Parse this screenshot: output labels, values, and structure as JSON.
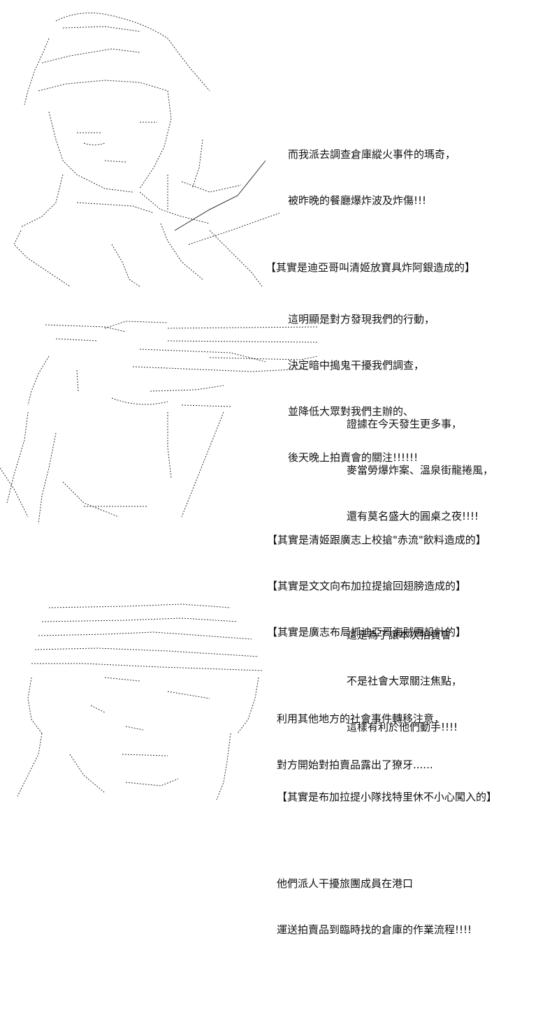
{
  "panels": [
    {
      "paragraphs": [
        [
          "而我派去調查倉庫縱火事件的瑪奇，",
          "被昨晚的餐廳爆炸波及炸傷!!!"
        ],
        [
          "這明顯是對方發現我們的行動，",
          "決定暗中搗鬼干擾我們調查，",
          "並降低大眾對我們主辦的、",
          "後天晚上拍賣會的關注!!!!!!"
        ]
      ],
      "notes": [
        "【其實是迪亞哥叫清姬放寶具炸阿銀造成的】"
      ]
    },
    {
      "paragraphs": [
        [
          "證據在今天發生更多事，",
          "麥當勞爆炸案、溫泉街龍捲風，",
          "還有莫名盛大的圓桌之夜!!!!"
        ],
        [
          "這是為了讓本次拍賣會",
          "不是社會大眾關注焦點，",
          "這樣有利於他們動手!!!!"
        ]
      ],
      "notes": [
        "【其實是清姬跟廣志上校搶\"赤流\"飲料造成的】",
        "【其實是文文向布加拉提搶回翅膀造成的】",
        "【其實是廣志布局抓迪亞哥海賊團設計的】"
      ]
    },
    {
      "paragraphs": [
        [
          "利用其他地方的社會事件轉移注意，",
          "對方開始對拍賣品露出了獠牙......"
        ],
        [
          "他們派人干擾旅團成員在港口",
          "運送拍賣品到臨時找的倉庫的作業流程!!!!"
        ]
      ],
      "notes": [
        "【其實是布加拉提小隊找特里休不小心闖入的】"
      ]
    }
  ]
}
